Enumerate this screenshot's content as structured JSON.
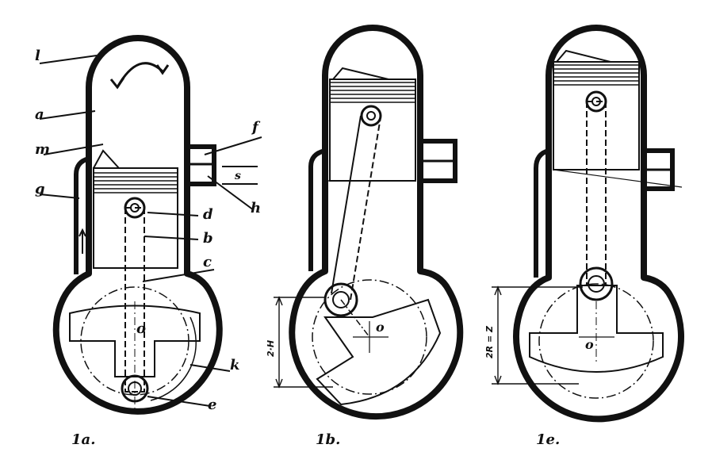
{
  "figure_a": {
    "caption": "1a.",
    "labels": {
      "l": "l",
      "a": "a",
      "m": "m",
      "g": "g",
      "f": "f",
      "s": "s",
      "h": "h",
      "d": "d",
      "b": "b",
      "c": "c",
      "o": "o",
      "k": "k",
      "e": "e"
    }
  },
  "figure_b": {
    "caption": "1b.",
    "center_label": "o",
    "dim_label": "2·H"
  },
  "figure_c": {
    "caption": "1e.",
    "center_label": "o",
    "dim_label": "2R = Z"
  }
}
